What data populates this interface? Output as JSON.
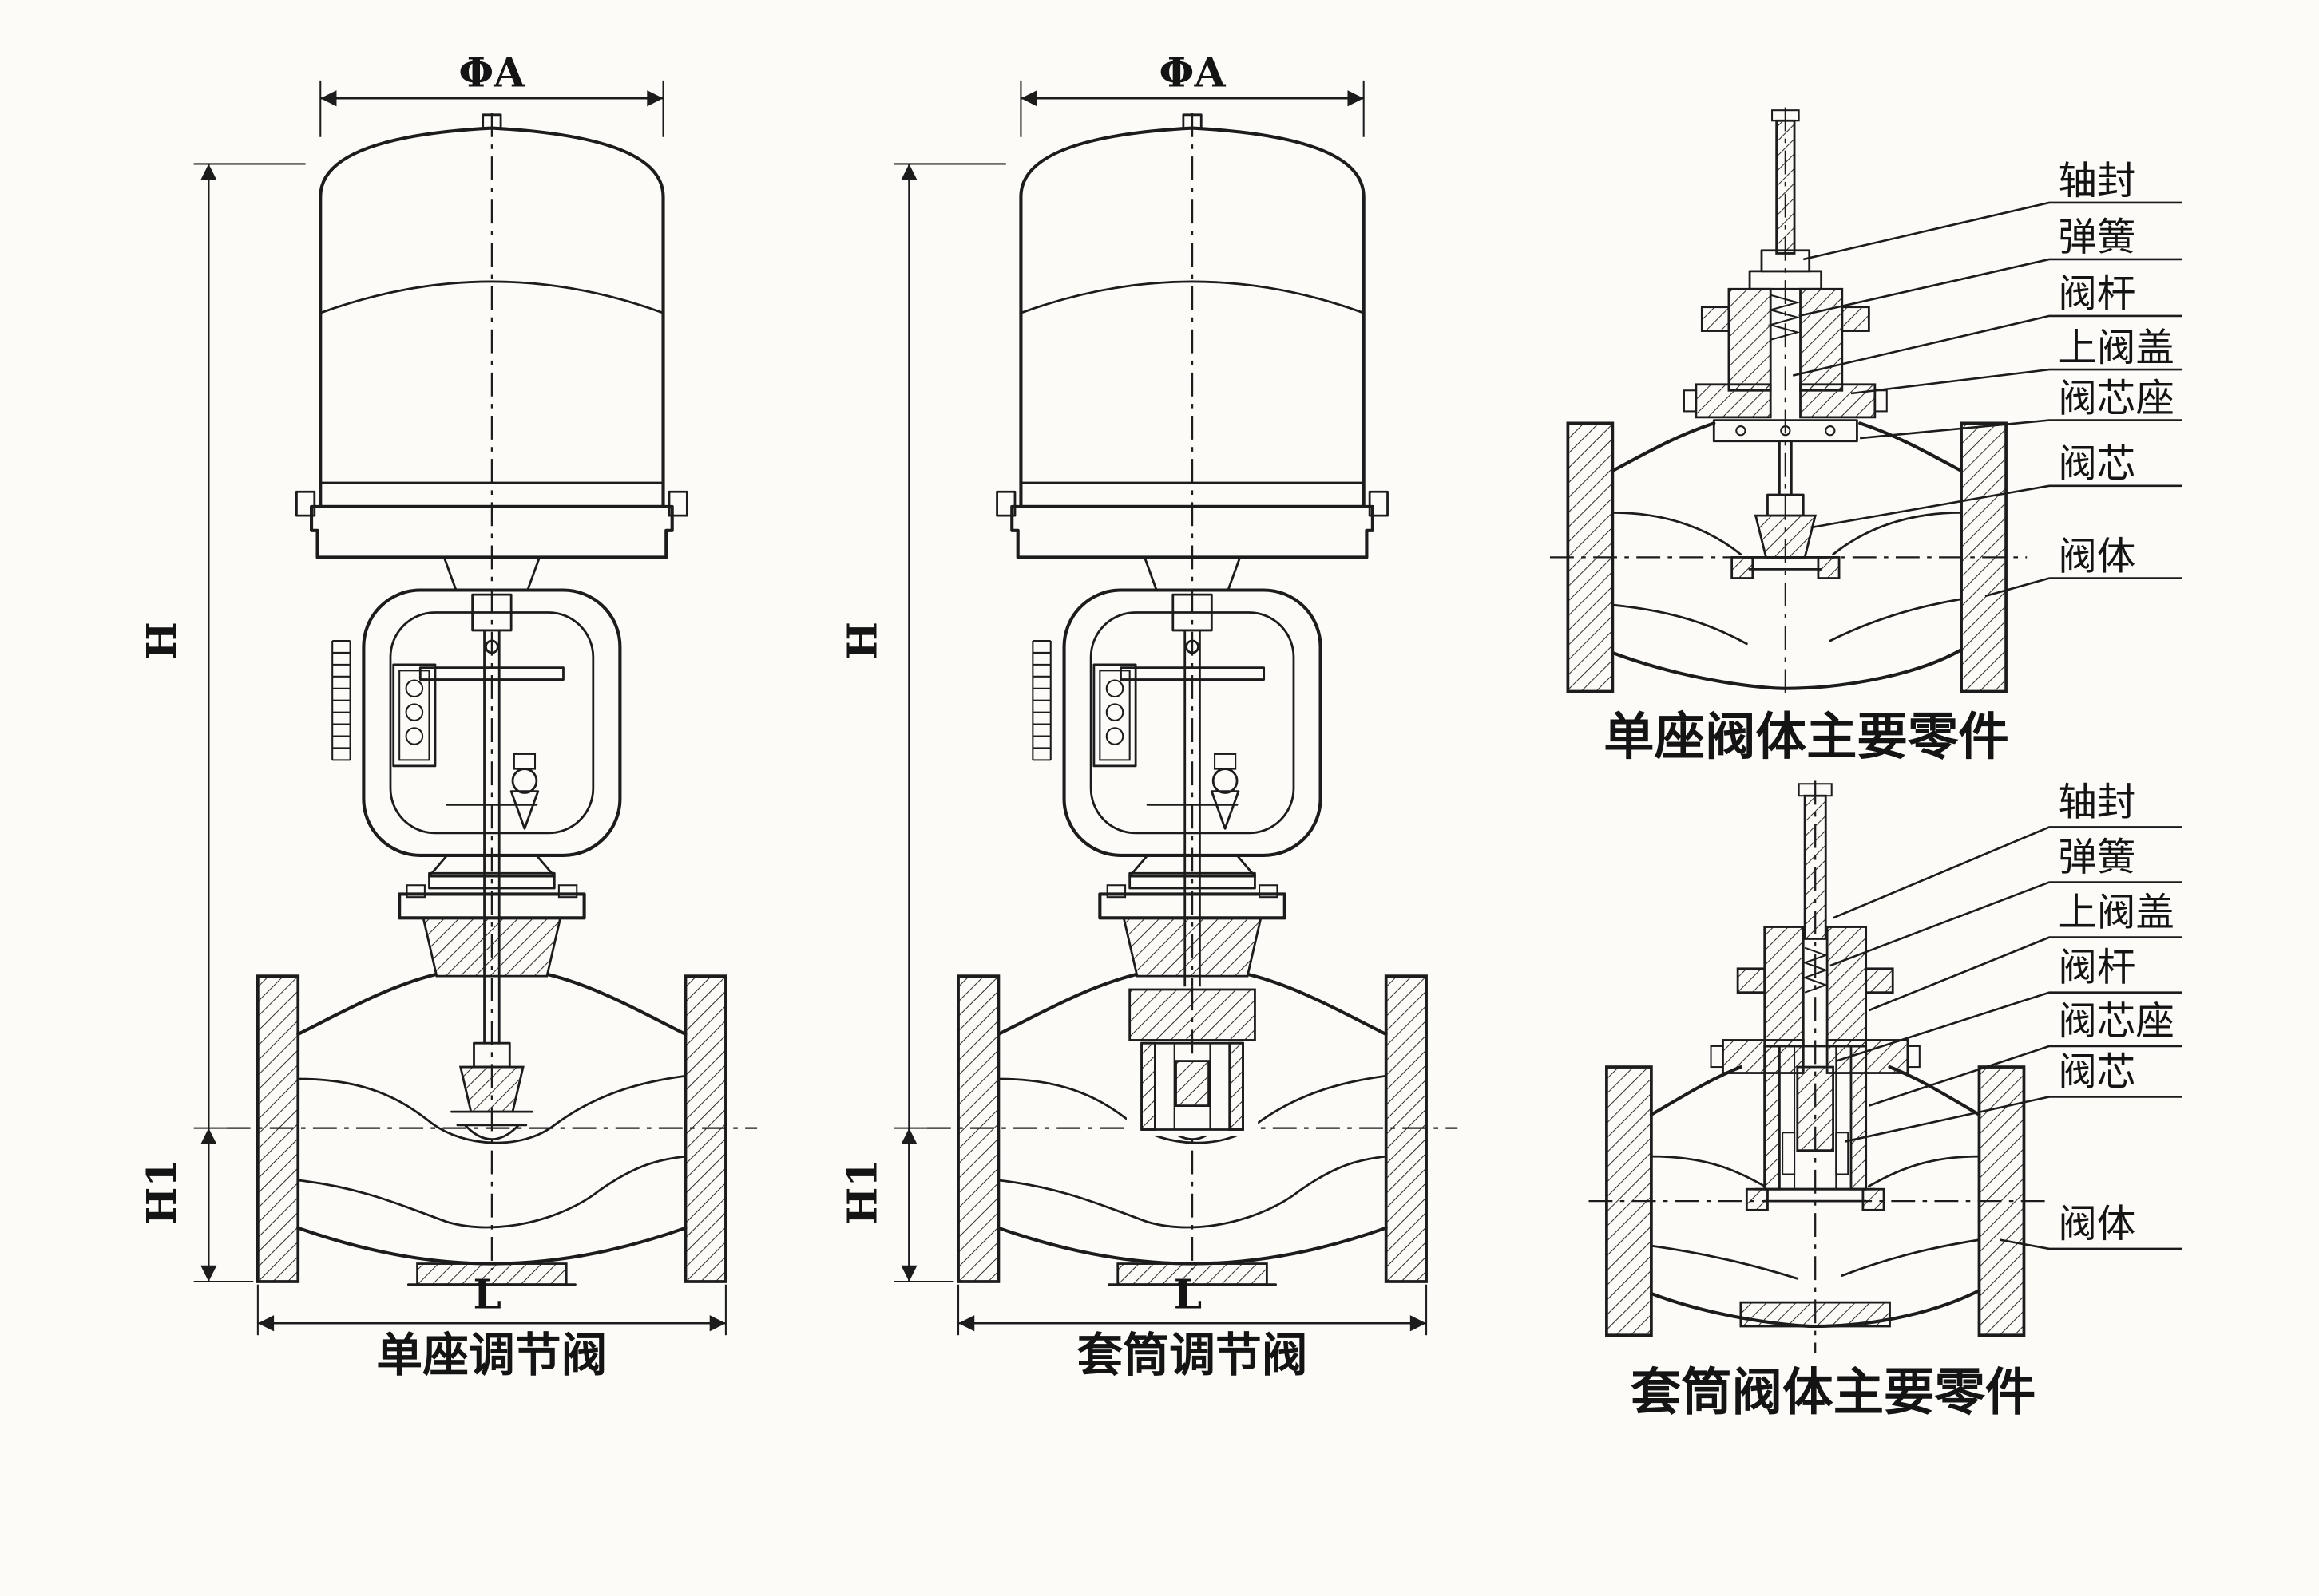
{
  "page": {
    "background": "#fcfbf8",
    "ink": "#1c1c1c"
  },
  "left_valve": {
    "caption": "单座调节阀",
    "dim_phi_a": "ΦA",
    "dim_h": "H",
    "dim_h1": "H1",
    "dim_l": "L"
  },
  "middle_valve": {
    "caption": "套筒调节阀",
    "dim_phi_a": "ΦA",
    "dim_h": "H",
    "dim_h1": "H1",
    "dim_l": "L"
  },
  "single_seat_parts": {
    "caption": "单座阀体主要零件",
    "labels": {
      "shaft_seal": "轴封",
      "spring": "弹簧",
      "stem": "阀杆",
      "upper_bonnet": "上阀盖",
      "plug_seat": "阀芯座",
      "plug": "阀芯",
      "body": "阀体"
    }
  },
  "sleeve_parts": {
    "caption": "套筒阀体主要零件",
    "labels": {
      "shaft_seal": "轴封",
      "spring": "弹簧",
      "upper_bonnet": "上阀盖",
      "stem": "阀杆",
      "plug_seat": "阀芯座",
      "plug": "阀芯",
      "body": "阀体"
    }
  }
}
